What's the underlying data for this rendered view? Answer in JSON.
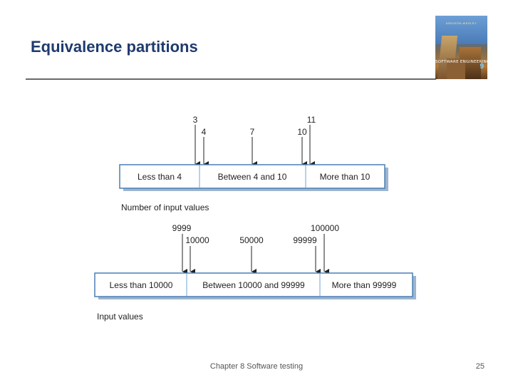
{
  "slide": {
    "title": "Equivalence partitions",
    "footer": "Chapter 8 Software testing",
    "page_number": "25"
  },
  "cover": {
    "publisher": "ADDISON-WESLEY",
    "book_title": "SOFTWARE ENGINEERING",
    "edition": "9"
  },
  "diagram1": {
    "partitions": [
      "Less than 4",
      "Between 4 and 10",
      "More than 10"
    ],
    "markers": [
      "3",
      "4",
      "7",
      "10",
      "11"
    ],
    "caption": "Number of input values"
  },
  "diagram2": {
    "partitions": [
      "Less than 10000",
      "Between 10000 and 99999",
      "More than 99999"
    ],
    "markers": [
      "9999",
      "10000",
      "50000",
      "99999",
      "100000"
    ],
    "caption": "Input values"
  },
  "colors": {
    "title": "#1f3a6e",
    "box_border": "#4a7fb5",
    "box_shadow": "#9db5cf",
    "divider": "#9ec3e6"
  }
}
